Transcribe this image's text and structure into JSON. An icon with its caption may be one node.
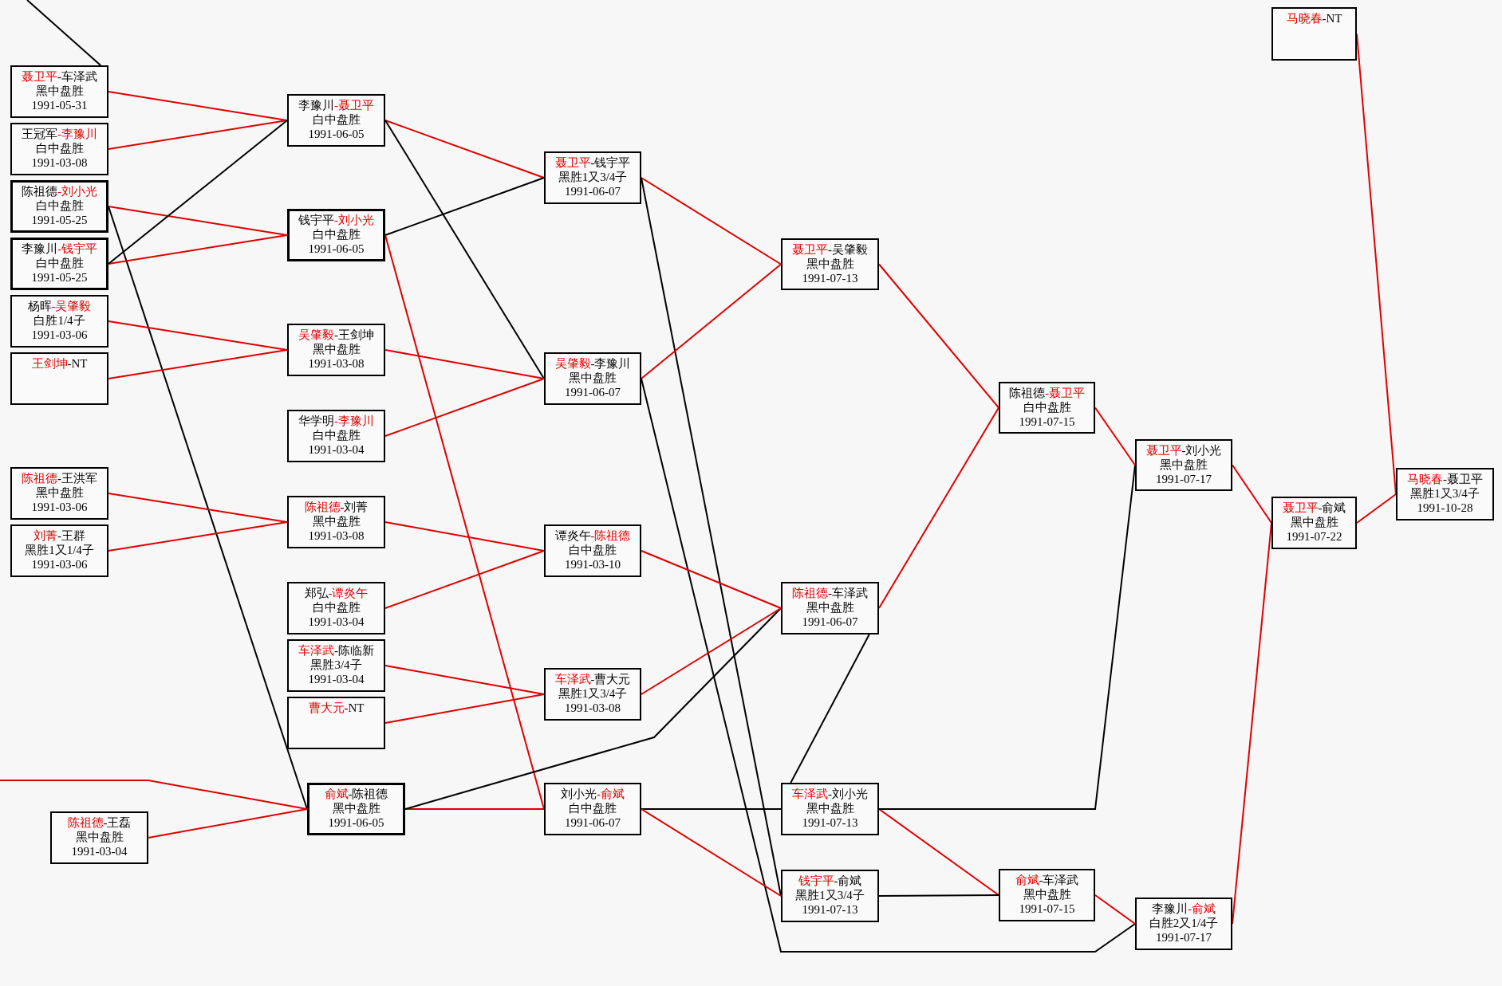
{
  "diagram": {
    "nodes": [
      {
        "text": [
          "聂卫平-车泽武",
          "黑中盘胜",
          "1991-05-31"
        ]
      },
      {
        "text": [
          "王冠军-李豫川",
          "白中盘胜",
          "1991-03-08"
        ]
      },
      {
        "text": [
          "陈祖德-刘小光",
          "白中盘胜",
          "1991-05-25"
        ]
      },
      {
        "text": [
          "李豫川-钱宇平",
          "白中盘胜",
          "1991-05-25"
        ]
      },
      {
        "text": [
          "杨晖-吴肇毅",
          "白胜1/4子",
          "1991-03-06"
        ]
      },
      {
        "text": [
          "王剑坤-NT"
        ]
      },
      {
        "text": [
          "陈祖德-王洪军",
          "黑中盘胜",
          "1991-03-06"
        ]
      },
      {
        "text": [
          "刘菁-王群",
          "黑胜1又1/4子",
          "1991-03-06"
        ]
      },
      {
        "text": [
          "陈祖德-王磊",
          "黑中盘胜",
          "1991-03-04"
        ]
      },
      {
        "text": [
          "李豫川-聂卫平",
          "白中盘胜",
          "1991-06-05"
        ]
      },
      {
        "text": [
          "钱宇平-刘小光",
          "白中盘胜",
          "1991-06-05"
        ]
      },
      {
        "text": [
          "吴肇毅-王剑坤",
          "黑中盘胜",
          "1991-03-08"
        ]
      },
      {
        "text": [
          "华学明-李豫川",
          "白中盘胜",
          "1991-03-04"
        ]
      },
      {
        "text": [
          "陈祖德-刘菁",
          "黑中盘胜",
          "1991-03-08"
        ]
      },
      {
        "text": [
          "郑弘-谭炎午",
          "白中盘胜",
          "1991-03-04"
        ]
      },
      {
        "text": [
          "车泽武-陈临新",
          "黑胜3/4子",
          "1991-03-04"
        ]
      },
      {
        "text": [
          "曹大元-NT"
        ]
      },
      {
        "text": [
          "俞斌-陈祖德",
          "黑中盘胜",
          "1991-06-05"
        ]
      },
      {
        "text": [
          "聂卫平-钱宇平",
          "黑胜1又3/4子",
          "1991-06-07"
        ]
      },
      {
        "text": [
          "吴肇毅-李豫川",
          "黑中盘胜",
          "1991-06-07"
        ]
      },
      {
        "text": [
          "谭炎午-陈祖德",
          "白中盘胜",
          "1991-03-10"
        ]
      },
      {
        "text": [
          "车泽武-曹大元",
          "黑胜1又3/4子",
          "1991-03-08"
        ]
      },
      {
        "text": [
          "刘小光-俞斌",
          "白中盘胜",
          "1991-06-07"
        ]
      },
      {
        "text": [
          "聂卫平-吴肇毅",
          "黑中盘胜",
          "1991-07-13"
        ]
      },
      {
        "text": [
          "陈祖德-车泽武",
          "黑中盘胜",
          "1991-06-07"
        ]
      },
      {
        "text": [
          "车泽武-刘小光",
          "黑中盘胜",
          "1991-07-13"
        ]
      },
      {
        "text": [
          "钱宇平-俞斌",
          "黑胜1又3/4子",
          "1991-07-13"
        ]
      },
      {
        "text": [
          "陈祖德-聂卫平",
          "白中盘胜",
          "1991-07-15"
        ]
      },
      {
        "text": [
          "俞斌-车泽武",
          "黑中盘胜",
          "1991-07-15"
        ]
      },
      {
        "text": [
          "聂卫平-刘小光",
          "黑中盘胜",
          "1991-07-17"
        ]
      },
      {
        "text": [
          "李豫川-俞斌",
          "白胜2又1/4子",
          "1991-07-17"
        ]
      },
      {
        "text": [
          "马晓春-NT"
        ]
      },
      {
        "text": [
          "聂卫平-俞斌",
          "黑中盘胜",
          "1991-07-22"
        ]
      },
      {
        "text": [
          "马晓春-聂卫平",
          "黑胜1又3/4子",
          "1991-10-28"
        ]
      }
    ],
    "edges": [
      {
        "from": null,
        "to": 0,
        "arrow": "none",
        "color": "#000000"
      },
      {
        "from": 0,
        "to": 9,
        "arrow": "none"
      },
      {
        "from": 1,
        "to": 9,
        "arrow": "none"
      },
      {
        "from": 2,
        "to": 10,
        "arrow": "none"
      },
      {
        "from": 2,
        "to": 17,
        "arrow": "none",
        "color": "#000000"
      },
      {
        "from": 3,
        "to": 10,
        "arrow": "none"
      },
      {
        "from": 3,
        "to": 9,
        "arrow": "none",
        "color": "#000000"
      },
      {
        "from": 4,
        "to": 11,
        "arrow": "none"
      },
      {
        "from": 5,
        "to": 11,
        "arrow": "none"
      },
      {
        "from": 6,
        "to": 13,
        "arrow": "none"
      },
      {
        "from": 7,
        "to": 13,
        "arrow": "none"
      },
      {
        "from": 8,
        "to": 17,
        "arrow": "none"
      },
      {
        "from": null,
        "to": 17,
        "arrow": "none"
      },
      {
        "from": 9,
        "to": 18,
        "arrow": "none"
      },
      {
        "from": 9,
        "to": 19,
        "arrow": "none",
        "color": "#000000"
      },
      {
        "from": 10,
        "to": 18,
        "arrow": "none",
        "color": "#000000"
      },
      {
        "from": 10,
        "to": 22,
        "arrow": "none"
      },
      {
        "from": 11,
        "to": 19,
        "arrow": "none"
      },
      {
        "from": 12,
        "to": 19,
        "arrow": "none"
      },
      {
        "from": 13,
        "to": 20,
        "arrow": "none"
      },
      {
        "from": 14,
        "to": 20,
        "arrow": "none"
      },
      {
        "from": 15,
        "to": 21,
        "arrow": "none"
      },
      {
        "from": 16,
        "to": 21,
        "arrow": "none"
      },
      {
        "from": 17,
        "to": 22,
        "arrow": "none"
      },
      {
        "from": 17,
        "to": 24,
        "arrow": "none",
        "color": "#000000"
      },
      {
        "from": 18,
        "to": 23,
        "arrow": "none"
      },
      {
        "from": 18,
        "to": 26,
        "arrow": "none",
        "color": "#000000"
      },
      {
        "from": 19,
        "to": 23,
        "arrow": "none"
      },
      {
        "from": 19,
        "to": 30,
        "arrow": "none",
        "color": "#000000"
      },
      {
        "from": 20,
        "to": 24,
        "arrow": "none"
      },
      {
        "from": 21,
        "to": 24,
        "arrow": "none"
      },
      {
        "from": 22,
        "to": 25,
        "arrow": "none",
        "color": "#000000"
      },
      {
        "from": 22,
        "to": 26,
        "arrow": "none"
      },
      {
        "from": 23,
        "to": 27,
        "arrow": "none"
      },
      {
        "from": 24,
        "to": 27,
        "arrow": "none"
      },
      {
        "from": 24,
        "to": 25,
        "arrow": "none",
        "color": "#000000"
      },
      {
        "from": 25,
        "to": 28,
        "arrow": "none"
      },
      {
        "from": 25,
        "to": 29,
        "arrow": "none",
        "color": "#000000"
      },
      {
        "from": 26,
        "to": 28,
        "arrow": "none",
        "color": "#000000"
      },
      {
        "from": 27,
        "to": 29,
        "arrow": "none"
      },
      {
        "from": 28,
        "to": 30,
        "arrow": "none"
      },
      {
        "from": 29,
        "to": 32,
        "arrow": "none"
      },
      {
        "from": 30,
        "to": 32,
        "arrow": "none"
      },
      {
        "from": 31,
        "to": 33,
        "arrow": "none"
      },
      {
        "from": 32,
        "to": 33,
        "arrow": "none"
      }
    ]
  }
}
